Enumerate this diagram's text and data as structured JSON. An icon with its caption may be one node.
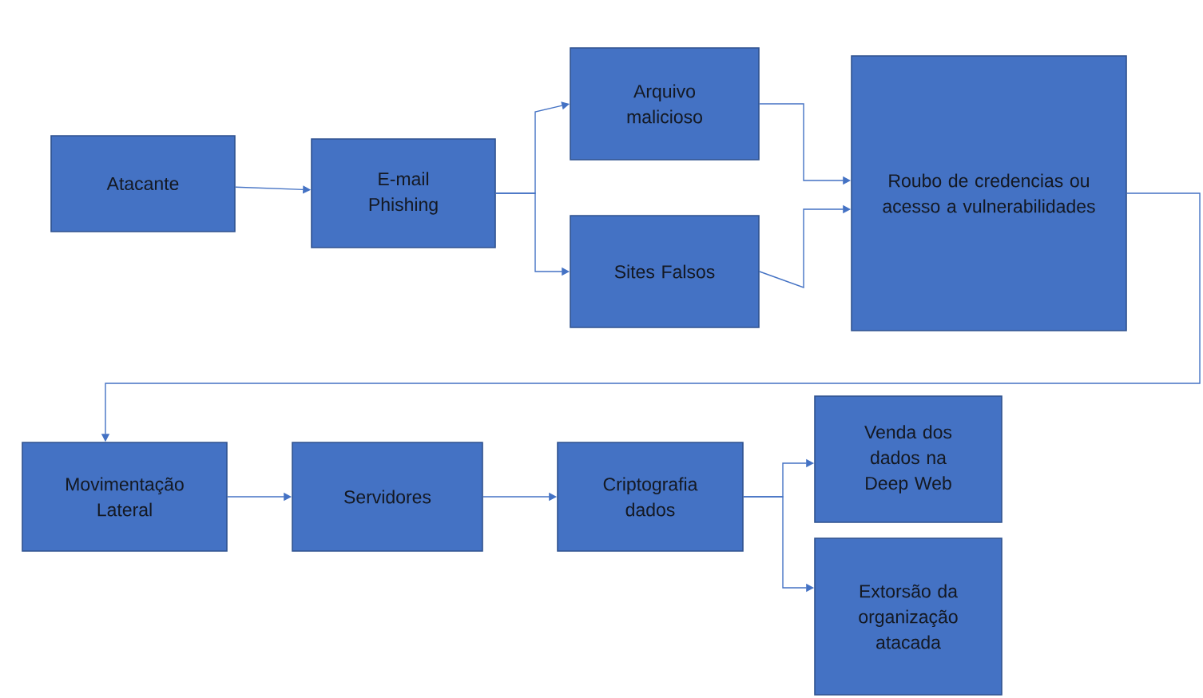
{
  "diagram": {
    "nodes": [
      {
        "text": [
          "Atacante"
        ]
      },
      {
        "text": [
          "E-mail Phishing"
        ]
      },
      {
        "text": [
          "Arquivo malicioso"
        ]
      },
      {
        "text": [
          "Sites Falsos"
        ]
      },
      {
        "text": [
          "Roubo de credencias ou acesso a vulnerabilidades"
        ]
      },
      {
        "text": [
          "Movimentação Lateral"
        ]
      },
      {
        "text": [
          "Servidores"
        ]
      },
      {
        "text": [
          "Criptografia dados"
        ]
      },
      {
        "text": [
          "Venda dos dados na Deep Web"
        ]
      },
      {
        "text": [
          "Extorsão da organização atacada"
        ]
      }
    ],
    "edges": [
      {
        "from": 0,
        "to": 1,
        "arrow": "to"
      },
      {
        "from": 1,
        "to": 2,
        "arrow": "to"
      },
      {
        "from": 1,
        "to": 3,
        "arrow": "to"
      },
      {
        "from": 2,
        "to": 4,
        "arrow": "to"
      },
      {
        "from": 3,
        "to": 4,
        "arrow": "to"
      },
      {
        "from": 4,
        "to": 5,
        "arrow": "to"
      },
      {
        "from": 5,
        "to": 6,
        "arrow": "to"
      },
      {
        "from": 6,
        "to": 7,
        "arrow": "to"
      },
      {
        "from": 7,
        "to": 8,
        "arrow": "to"
      },
      {
        "from": 7,
        "to": 9,
        "arrow": "to"
      }
    ]
  }
}
